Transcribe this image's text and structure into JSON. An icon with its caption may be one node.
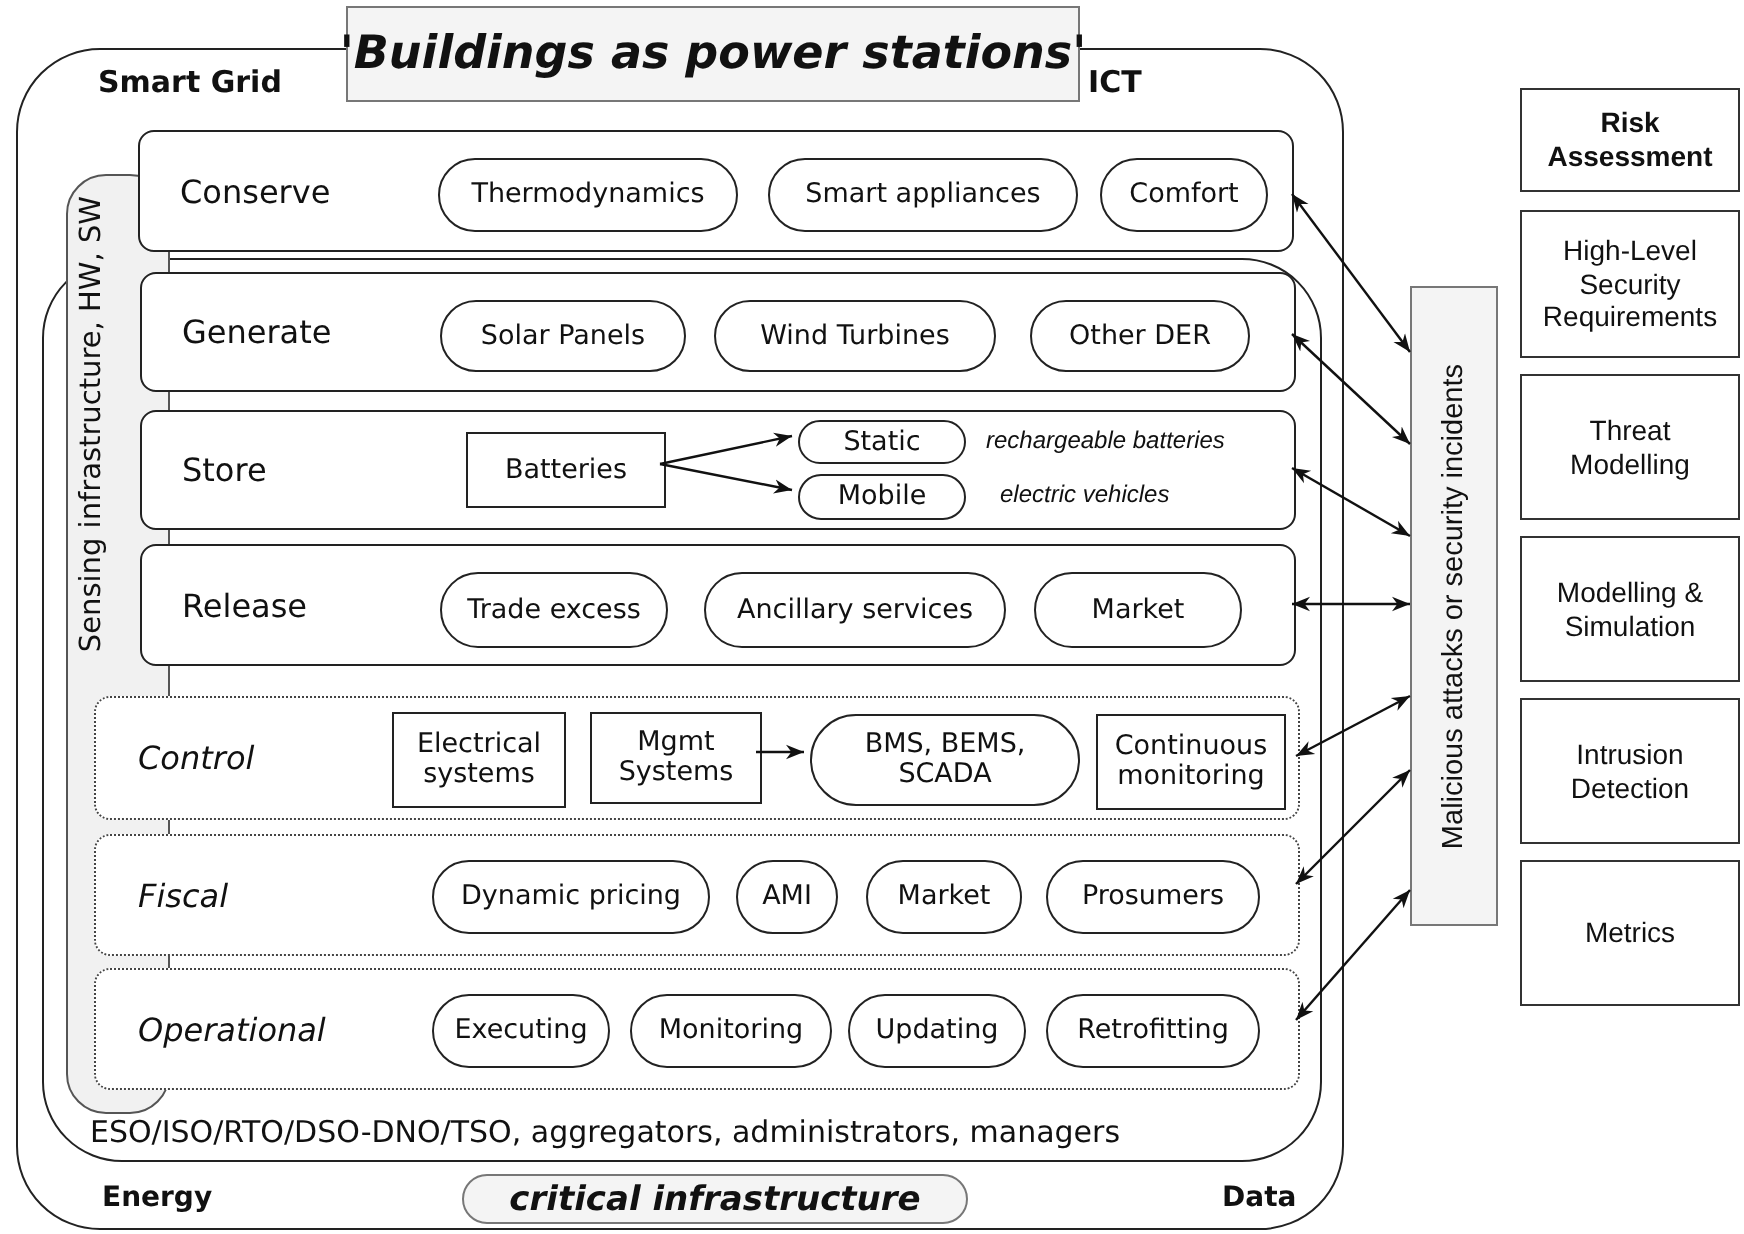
{
  "diagram": {
    "nodes": [
      {
        "text": [
          "Smart Grid",
          "ICT",
          "Energy",
          "Data"
        ]
      },
      {
        "text": [
          "'Buildings as power stations'"
        ]
      },
      {
        "text": [
          "ESO/ISO/RTO/DSO-DNO/TSO, aggregators, administrators, managers"
        ],
        "in": 0
      },
      {
        "text": [
          "Sensing infrastructure, HW, SW"
        ],
        "in": 0
      },
      {
        "text": [
          "Conserve"
        ],
        "in": 0
      },
      {
        "text": [
          "Thermodynamics"
        ],
        "in": 4
      },
      {
        "text": [
          "Smart appliances"
        ],
        "in": 4
      },
      {
        "text": [
          "Comfort"
        ],
        "in": 4
      },
      {
        "text": [
          "Generate"
        ],
        "in": 2
      },
      {
        "text": [
          "Solar Panels"
        ],
        "in": 8
      },
      {
        "text": [
          "Wind Turbines"
        ],
        "in": 8
      },
      {
        "text": [
          "Other DER"
        ],
        "in": 8
      },
      {
        "text": [
          "Store"
        ],
        "in": 2
      },
      {
        "text": [
          "Batteries"
        ],
        "in": 12
      },
      {
        "text": [
          "Static"
        ],
        "in": 12,
        "beside": [
          "rechargeable batteries"
        ]
      },
      {
        "text": [
          "Mobile"
        ],
        "in": 12,
        "beside": [
          "electric vehicles"
        ]
      },
      {
        "text": [
          "Release"
        ],
        "in": 2
      },
      {
        "text": [
          "Trade excess"
        ],
        "in": 16
      },
      {
        "text": [
          "Ancillary services"
        ],
        "in": 16
      },
      {
        "text": [
          "Market"
        ],
        "in": 16
      },
      {
        "text": [
          "Control"
        ],
        "in": 2
      },
      {
        "text": [
          "Electrical systems"
        ],
        "in": 20
      },
      {
        "text": [
          "Mgmt Systems"
        ],
        "in": 20
      },
      {
        "text": [
          "BMS, BEMS, SCADA"
        ],
        "in": 20
      },
      {
        "text": [
          "Continuous monitoring"
        ],
        "in": 20
      },
      {
        "text": [
          "Fiscal"
        ],
        "in": 2
      },
      {
        "text": [
          "Dynamic pricing"
        ],
        "in": 25
      },
      {
        "text": [
          "AMI"
        ],
        "in": 25
      },
      {
        "text": [
          "Market"
        ],
        "in": 25
      },
      {
        "text": [
          "Prosumers"
        ],
        "in": 25
      },
      {
        "text": [
          "Operational"
        ],
        "in": 2
      },
      {
        "text": [
          "Executing"
        ],
        "in": 30
      },
      {
        "text": [
          "Monitoring"
        ],
        "in": 30
      },
      {
        "text": [
          "Updating"
        ],
        "in": 30
      },
      {
        "text": [
          "Retrofitting"
        ],
        "in": 30
      },
      {
        "text": [
          "critical infrastructure"
        ],
        "in": 0
      },
      {
        "text": [
          "Malicious attacks or security incidents"
        ]
      },
      {
        "text": [
          "Risk Assessment"
        ]
      },
      {
        "text": [
          "High-Level Security Requirements"
        ]
      },
      {
        "text": [
          "Threat Modelling"
        ]
      },
      {
        "text": [
          "Modelling & Simulation"
        ]
      },
      {
        "text": [
          "Intrusion Detection"
        ]
      },
      {
        "text": [
          "Metrics"
        ]
      }
    ],
    "edges": [
      {
        "from": 13,
        "to": 14,
        "arrow": "to"
      },
      {
        "from": 13,
        "to": 15,
        "arrow": "to"
      },
      {
        "from": 22,
        "to": 23,
        "arrow": "to"
      },
      {
        "from": 4,
        "to": 36,
        "arrow": "both"
      },
      {
        "from": 8,
        "to": 36,
        "arrow": "both"
      },
      {
        "from": 12,
        "to": 36,
        "arrow": "both"
      },
      {
        "from": 16,
        "to": 36,
        "arrow": "both"
      },
      {
        "from": 20,
        "to": 36,
        "arrow": "both"
      },
      {
        "from": 25,
        "to": 36,
        "arrow": "both"
      },
      {
        "from": 30,
        "to": 36,
        "arrow": "both"
      }
    ]
  }
}
